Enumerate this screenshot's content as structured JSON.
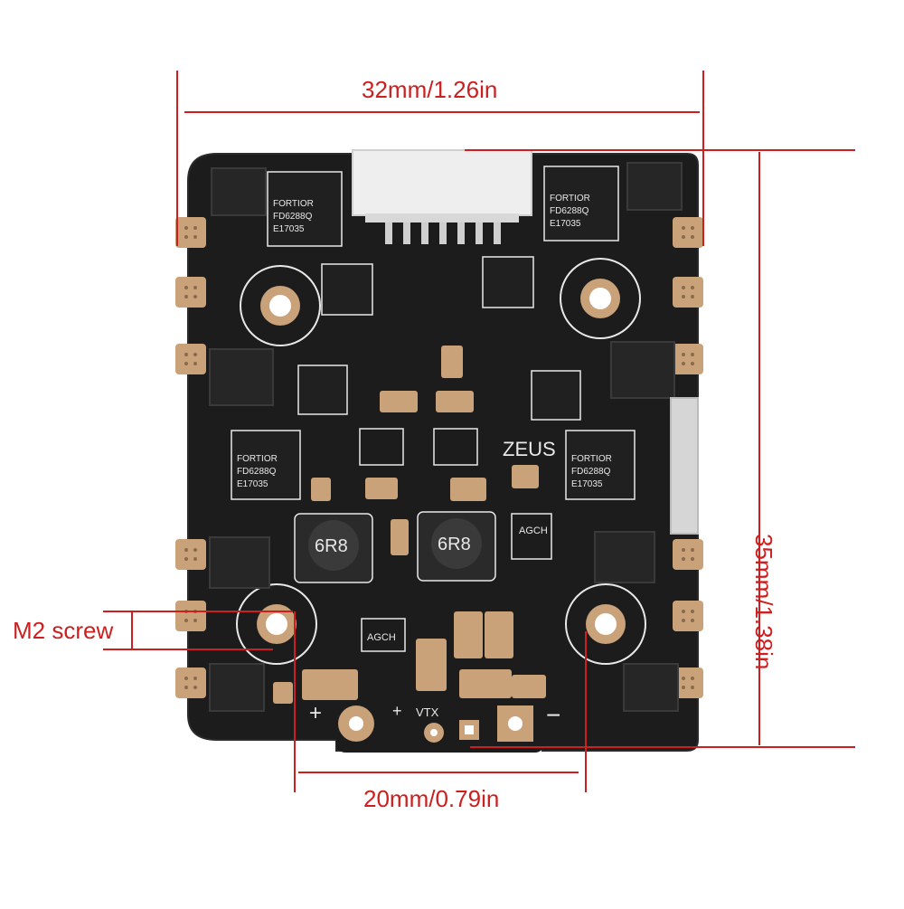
{
  "dimensions": {
    "width_label": "32mm/1.26in",
    "height_label": "35mm/1.38in",
    "hole_spacing_label": "20mm/0.79in",
    "screw_label": "M2 screw"
  },
  "board": {
    "brand_text": "ZEUS",
    "chip_text": "FORTIOR",
    "chip_code": "FD6288Q",
    "chip_lot": "E17035",
    "inductor_text": "6R8",
    "regulator_text": "AGCH",
    "pad_plus": "+",
    "pad_minus": "−",
    "pad_vtx": "VTX"
  },
  "colors": {
    "annotation": "#cc1f1f",
    "board": "#1c1c1c",
    "pad": "#c9a27a",
    "silk": "#e8e8e8"
  }
}
